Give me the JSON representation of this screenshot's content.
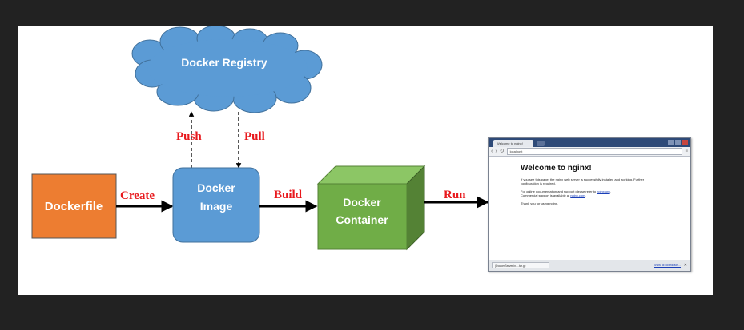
{
  "nodes": {
    "registry": "Docker Registry",
    "dockerfile": "Dockerfile",
    "image_line1": "Docker",
    "image_line2": "Image",
    "container_line1": "Docker",
    "container_line2": "Container"
  },
  "edges": {
    "push": "Push",
    "pull": "Pull",
    "create": "Create",
    "build": "Build",
    "run": "Run"
  },
  "browser": {
    "tab_title": "Welcome to nginx!",
    "url": "localhost",
    "heading": "Welcome to nginx!",
    "para1": "If you see this page, the nginx web server is successfully installed and working. Further configuration is required.",
    "para2_prefix": "For online documentation and support please refer to ",
    "para2_link": "nginx.org",
    "para3_prefix": "Commercial support is available at ",
    "para3_link": "nginx.com",
    "para4": "Thank you for using nginx.",
    "download_item": "(DockerServer.in....tar.gz",
    "show_all": "Show all downloads..."
  },
  "colors": {
    "registry_cloud": "#5b9bd5",
    "dockerfile": "#ed7d31",
    "image": "#5b9bd5",
    "container_front": "#70ad47",
    "container_top": "#8cc665",
    "container_side": "#548235",
    "edge_label": "#e8181c",
    "background": "#222222"
  }
}
